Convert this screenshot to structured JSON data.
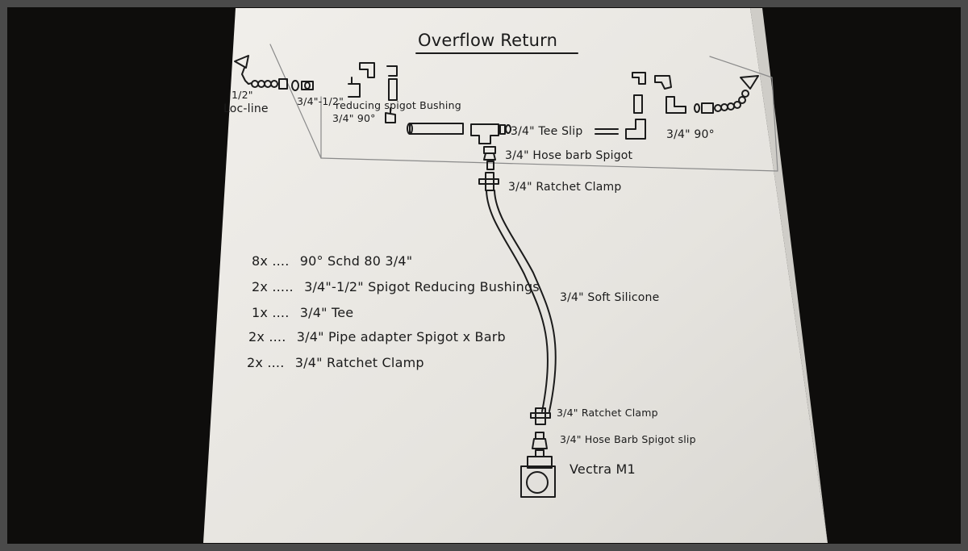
{
  "title": "Overflow Return",
  "labels": {
    "lac_line_size": "1/2\"",
    "lac_line": "Loc-line",
    "reducer_size": "3/4\"-1/2\"",
    "reducing_bushing": "reducing spigot Bushing",
    "left_elbow": "3/4\" 90°",
    "tee_slip": "3/4\" Tee Slip",
    "right_elbow": "3/4\" 90°",
    "hose_barb_top": "3/4\" Hose barb Spigot",
    "ratchet_top": "3/4\" Ratchet Clamp",
    "soft_silicone": "3/4\" Soft Silicone",
    "ratchet_bottom": "3/4\" Ratchet Clamp",
    "hose_barb_bottom": "3/4\" Hose Barb Spigot slip",
    "pump": "Vectra M1"
  },
  "parts_list": [
    {
      "qty": "8x ....",
      "desc": "90° Schd 80 3/4\""
    },
    {
      "qty": "2x .....",
      "desc": "3/4\"-1/2\" Spigot Reducing Bushings"
    },
    {
      "qty": "1x ....",
      "desc": "3/4\" Tee"
    },
    {
      "qty": "2x ....",
      "desc": "3/4\" Pipe adapter Spigot x Barb"
    },
    {
      "qty": "2x ....",
      "desc": "3/4\" Ratchet Clamp"
    }
  ]
}
